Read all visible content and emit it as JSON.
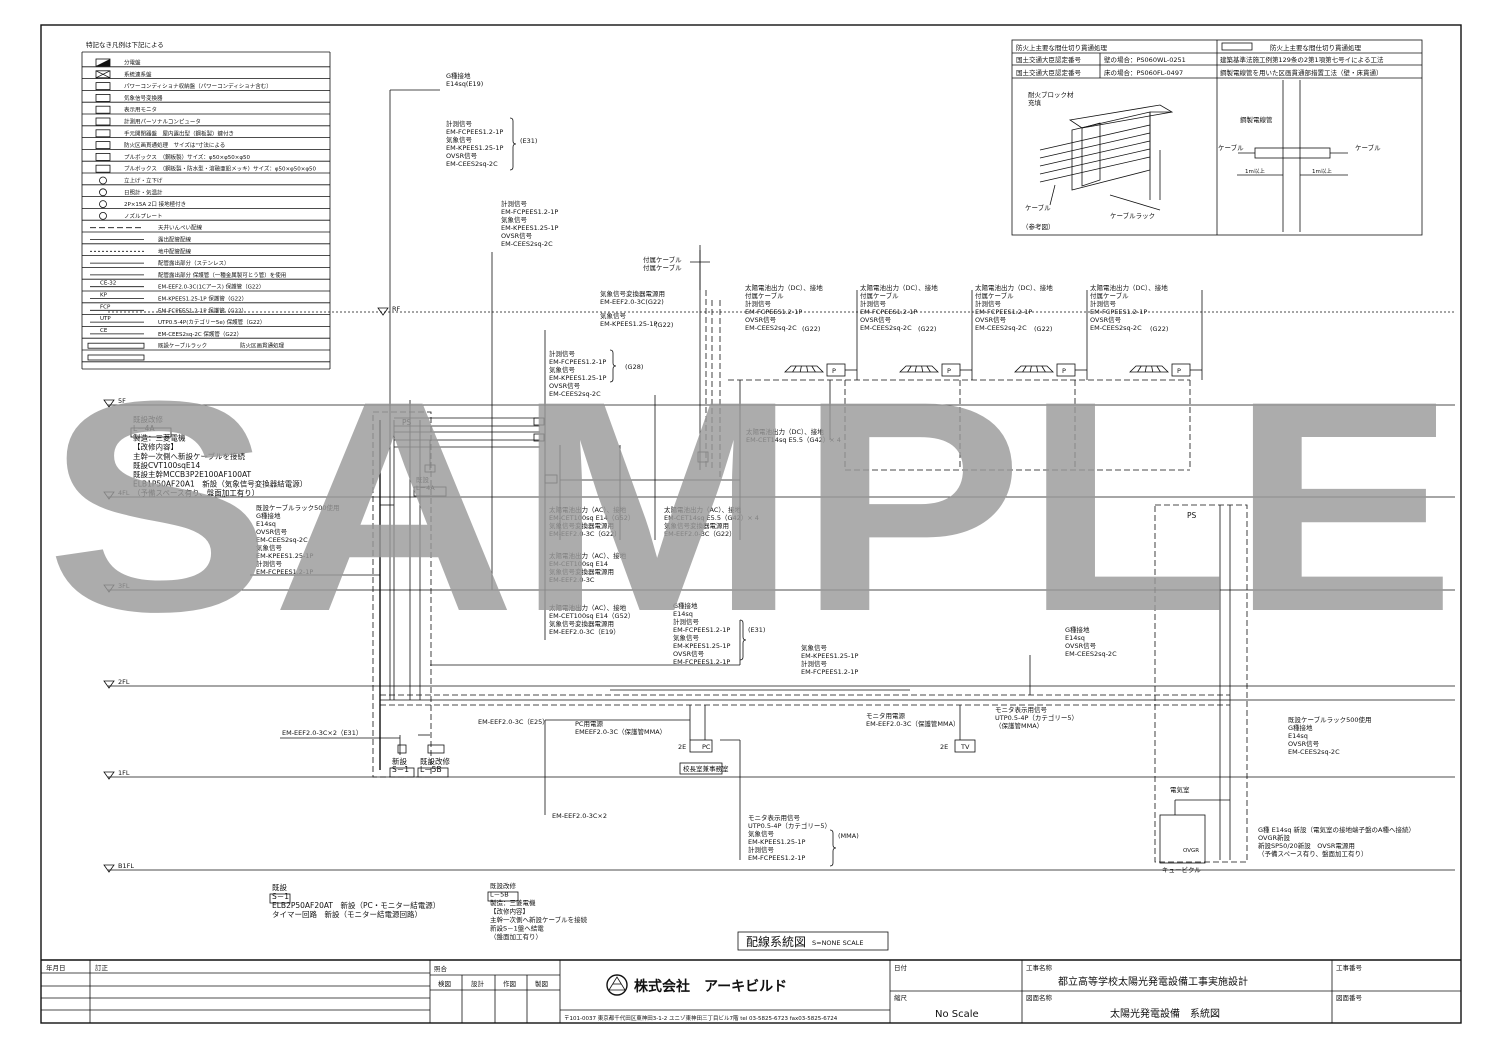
{
  "watermark": "SAMPLE",
  "legend": {
    "heading": "特記なき凡例は下記による",
    "items": [
      "分電盤",
      "系統連系盤",
      "パワーコンディショナ収納盤（パワーコンディショナ含む）",
      "気象信号変換器",
      "表示用モニタ",
      "計測用パーソナルコンピュータ",
      "手元開閉器盤　屋内露出型（鋼板製）鍵付き",
      "防火区画貫通処理　サイズは\"寸法による",
      "プルボックス　（鋼板製）サイズ：φ50×φ50×φ50",
      "プルボックス　（鋼板製・防水型・溶融亜鉛メッキ）サイズ：φ50×φ50×φ50",
      "立上げ・立下げ",
      "日照計・気温計",
      "2P×15A 2口 接地極付き",
      "ノズルプレート",
      "天井いんぺい配線",
      "露出配管配線",
      "地中配管配線",
      "配管露出部分（ステンレス）",
      "配管露出部分 保護管（一種金属製可とう管）を使用",
      "EM-EEF2.0-3C(1Cアース) 保護管（G22）",
      "EM-KPEES1.25-1P 保護管（G22）",
      "EM-FCPEES1.2-1P 保護管（G22）",
      "UTP0.5-4P(カテゴリー5e) 保護管（G22）",
      "EM-CEES2sq-2C 保護管（G22）",
      "既設ケーブルラック",
      "防火区画貫通処理"
    ],
    "symbols": [
      "CE-32",
      "KP",
      "FCP",
      "UTP",
      "CE"
    ]
  },
  "fire_table": {
    "title_left": "防火上主要な間仕切り貫通処理",
    "title_right": "防火上主要な間仕切り貫通処理",
    "rows": [
      [
        "国土交通大臣認定番号",
        "壁の場合：PS060WL-0251",
        "建築基準法施工例第129条の2第1項第七号イによる工法"
      ],
      [
        "国土交通大臣認定番号",
        "床の場合：PS060FL-0497",
        "鋼製電線管を用いた区画貫通部措置工法（壁・床貫通）"
      ]
    ],
    "left_labels": [
      "耐火ブロック材",
      "充填",
      "ケーブル",
      "ケーブルラック",
      "（参考図）"
    ],
    "right_labels": [
      "鋼製電線管",
      "ケーブル",
      "ケーブル",
      "1m以上",
      "1m以上"
    ]
  },
  "floors": [
    "RF",
    "5F",
    "4FL",
    "3FL",
    "2FL",
    "1FL",
    "B1FL"
  ],
  "notes": {
    "ps_top": "PS",
    "ps_right": "PS",
    "kisetsu_l4a": [
      "既設改修",
      "L－4A",
      "製造：三菱電機",
      "【改修内容】",
      "主幹一次側へ新設ケーブルを接続",
      "既設CVT100sqE14",
      "既設主幹MCCB3P2E100AF100AT",
      "ELB1P50AF20A1　新設（気象信号変換器結電源）",
      "（予備スペース有り、盤面加工有り）"
    ],
    "kisetsu_l4a_small": [
      "既設",
      "L－4A"
    ],
    "rack_4f": [
      "既設ケーブルラック500使用",
      "G種接地",
      "E14sq",
      "OVSR信号",
      "EM-CEES2sq-2C",
      "気象信号",
      "EM-KPEES1.25-1P",
      "計測信号",
      "EM-FCPEES1.2-1P"
    ],
    "g_top": [
      "G種接地",
      "E14sq(E19)"
    ],
    "sig_group_1": [
      "計測信号",
      "EM-FCPEES1.2-1P",
      "気象信号",
      "EM-KPEES1.25-1P",
      "OVSR信号",
      "EM-CEES2sq-2C"
    ],
    "sig_group_1_tag": "(E31)",
    "sig_group_2": [
      "計測信号",
      "EM-FCPEES1.2-1P",
      "気象信号",
      "EM-KPEES1.25-1P",
      "OVSR信号",
      "EM-CEES2sq-2C"
    ],
    "sig_group_3": [
      "計測信号",
      "EM-FCPEES1.2-1P",
      "気象信号",
      "EM-KPEES1.25-1P",
      "OVSR信号",
      "EM-CEES2sq-2C"
    ],
    "sig_group_3_tag": "(G28)",
    "kisho_power": [
      "気象信号変換器電源用",
      "EM-EEF2.0-3C(G22)"
    ],
    "kisho_sig": [
      "気象信号",
      "EM-KPEES1.25-1P"
    ],
    "kisho_sig_tag": "(G22)",
    "fuzoku": [
      "付属ケーブル",
      "付属ケーブル"
    ],
    "pv_groups": [
      [
        "太陽電池出力（DC）、接地",
        "付属ケーブル",
        "計測信号",
        "EM-FCPEES1.2-1P",
        "OVSR信号",
        "EM-CEES2sq-2C"
      ],
      [
        "太陽電池出力（DC）、接地",
        "付属ケーブル",
        "計測信号",
        "EM-FCPEES1.2-1P",
        "OVSR信号",
        "EM-CEES2sq-2C"
      ],
      [
        "太陽電池出力（DC）、接地",
        "付属ケーブル",
        "計測信号",
        "EM-FCPEES1.2-1P",
        "OVSR信号",
        "EM-CEES2sq-2C"
      ],
      [
        "太陽電池出力（DC）、接地",
        "付属ケーブル",
        "計測信号",
        "EM-FCPEES1.2-1P",
        "OVSR信号",
        "EM-CEES2sq-2C"
      ]
    ],
    "pv_tag": "(G22)",
    "pv_box": "P",
    "dc_out": [
      "太陽電池出力（DC）、接地",
      "EM-CET14sq E5.5（G42）× 4"
    ],
    "ac_out_1": [
      "太陽電池出力（AC）、接地",
      "EM-CET100sq E14（G52）",
      "気象信号変換器電源用",
      "EM-EEF2.0-3C（G22）"
    ],
    "ac_out_2": [
      "太陽電池出力（AC）、接地",
      "EM-CET14sq E5.5（G42）× 4",
      "気象信号変換器電源用",
      "EM-EEF2.0-3C（G22）"
    ],
    "ac_out_3": [
      "太陽電池出力（AC）、接地",
      "EM-CET100sq E14",
      "気象信号変換器電源用",
      "EM-EEF2.0-3C"
    ],
    "ac_out_4": [
      "太陽電池出力（AC）、接地",
      "EM-CET100sq E14（G52）",
      "気象信号変換器電源用",
      "EM-EEF2.0-3C（E19）"
    ],
    "sig_3f": [
      "G種接地",
      "E14sq",
      "計測信号",
      "EM-FCPEES1.2-1P",
      "気象信号",
      "EM-KPEES1.25-1P",
      "OVSR信号",
      "EM-FCPEES1.2-1P"
    ],
    "sig_3f_tag": "(E31)",
    "sig_2f": [
      "気象信号",
      "EM-KPEES1.25-1P",
      "計測信号",
      "EM-FCPEES1.2-1P"
    ],
    "g_right": [
      "G種接地",
      "E14sq",
      "OVSR信号",
      "EM-CEES2sq-2C"
    ],
    "monitor_sig": [
      "モニタ表示用信号",
      "UTP0.5-4P（カテゴリー5）",
      "（保護管MMA）"
    ],
    "monitor_power": [
      "モニタ用電源",
      "EM-EEF2.0-3C（保護管MMA）"
    ],
    "pc_power": [
      "PC用電源",
      "EMEEF2.0-3C（保護管MMA）"
    ],
    "eef_e31": "EM-EEF2.0-3C×2（E31）",
    "eef_e25": "EM-EEF2.0-3C（E25）",
    "eef_x2": "EM-EEF2.0-3C×2",
    "new_s1": [
      "新設",
      "S－1"
    ],
    "kai_l5b": [
      "既設改修",
      "L－5B"
    ],
    "room": "校長室兼事務室",
    "pc": "PC",
    "tv": "TV",
    "ze": "2E",
    "monitor_1f": [
      "モニタ表示用信号",
      "UTP0.5-4P（カテゴリー5）",
      "気象信号",
      "EM-KPEES1.25-1P",
      "計測信号",
      "EM-FCPEES1.2-1P"
    ],
    "monitor_1f_tag": "(MMA)",
    "rack_1f": [
      "既設ケーブルラック500使用",
      "G種接地",
      "E14sq",
      "OVSR信号",
      "EM-CEES2sq-2C"
    ],
    "denkishitsu": "電気室",
    "cubicle": "キュービクル",
    "ovgr": "OVGR",
    "g_new": [
      "G種 E14sq 新設（電気室の接地端子盤のA種へ接続）",
      "OVGR新設",
      "新設SP50/20新設　OVSR電源用",
      "（予備スペース有り、盤面加工有り）"
    ],
    "bottom_s1": [
      "既設",
      "S－1",
      "ELB2P50AF20AT　新設（PC・モニター結電源）",
      "タイマー回路　新設（モニター結電源回路）"
    ],
    "bottom_l5b": [
      "既設改修",
      "L－5B",
      "製造：三菱電機",
      "【改修内容】",
      "主幹一次側へ新設ケーブルを接続",
      "新設S－1盤へ結電",
      "（盤面加工有り）"
    ],
    "drawing_title": "配線系統図",
    "scale": "S=NONE SCALE"
  },
  "title_block": {
    "col_date": "年月日",
    "col_rev": "訂正",
    "approval_label": "照合",
    "approval_cells": [
      "検図",
      "設計",
      "作図",
      "製図"
    ],
    "company": "株式会社　アーキビルド",
    "address": "〒101-0037 東京都千代田区東神田3-1-2 ユニゾ東神田三丁目ビル7階 tel 03-5825-6723 fax03-5825-6724",
    "date_label": "日付",
    "scale_label": "縮尺",
    "scale_value": "No Scale",
    "work_name_label": "工事名称",
    "work_name": "都立高等学校太陽光発電設備工事実施設計",
    "drawing_name_label": "図面名称",
    "drawing_name": "太陽光発電設備　系統図",
    "work_no_label": "工事番号",
    "drawing_no_label": "図面番号"
  }
}
